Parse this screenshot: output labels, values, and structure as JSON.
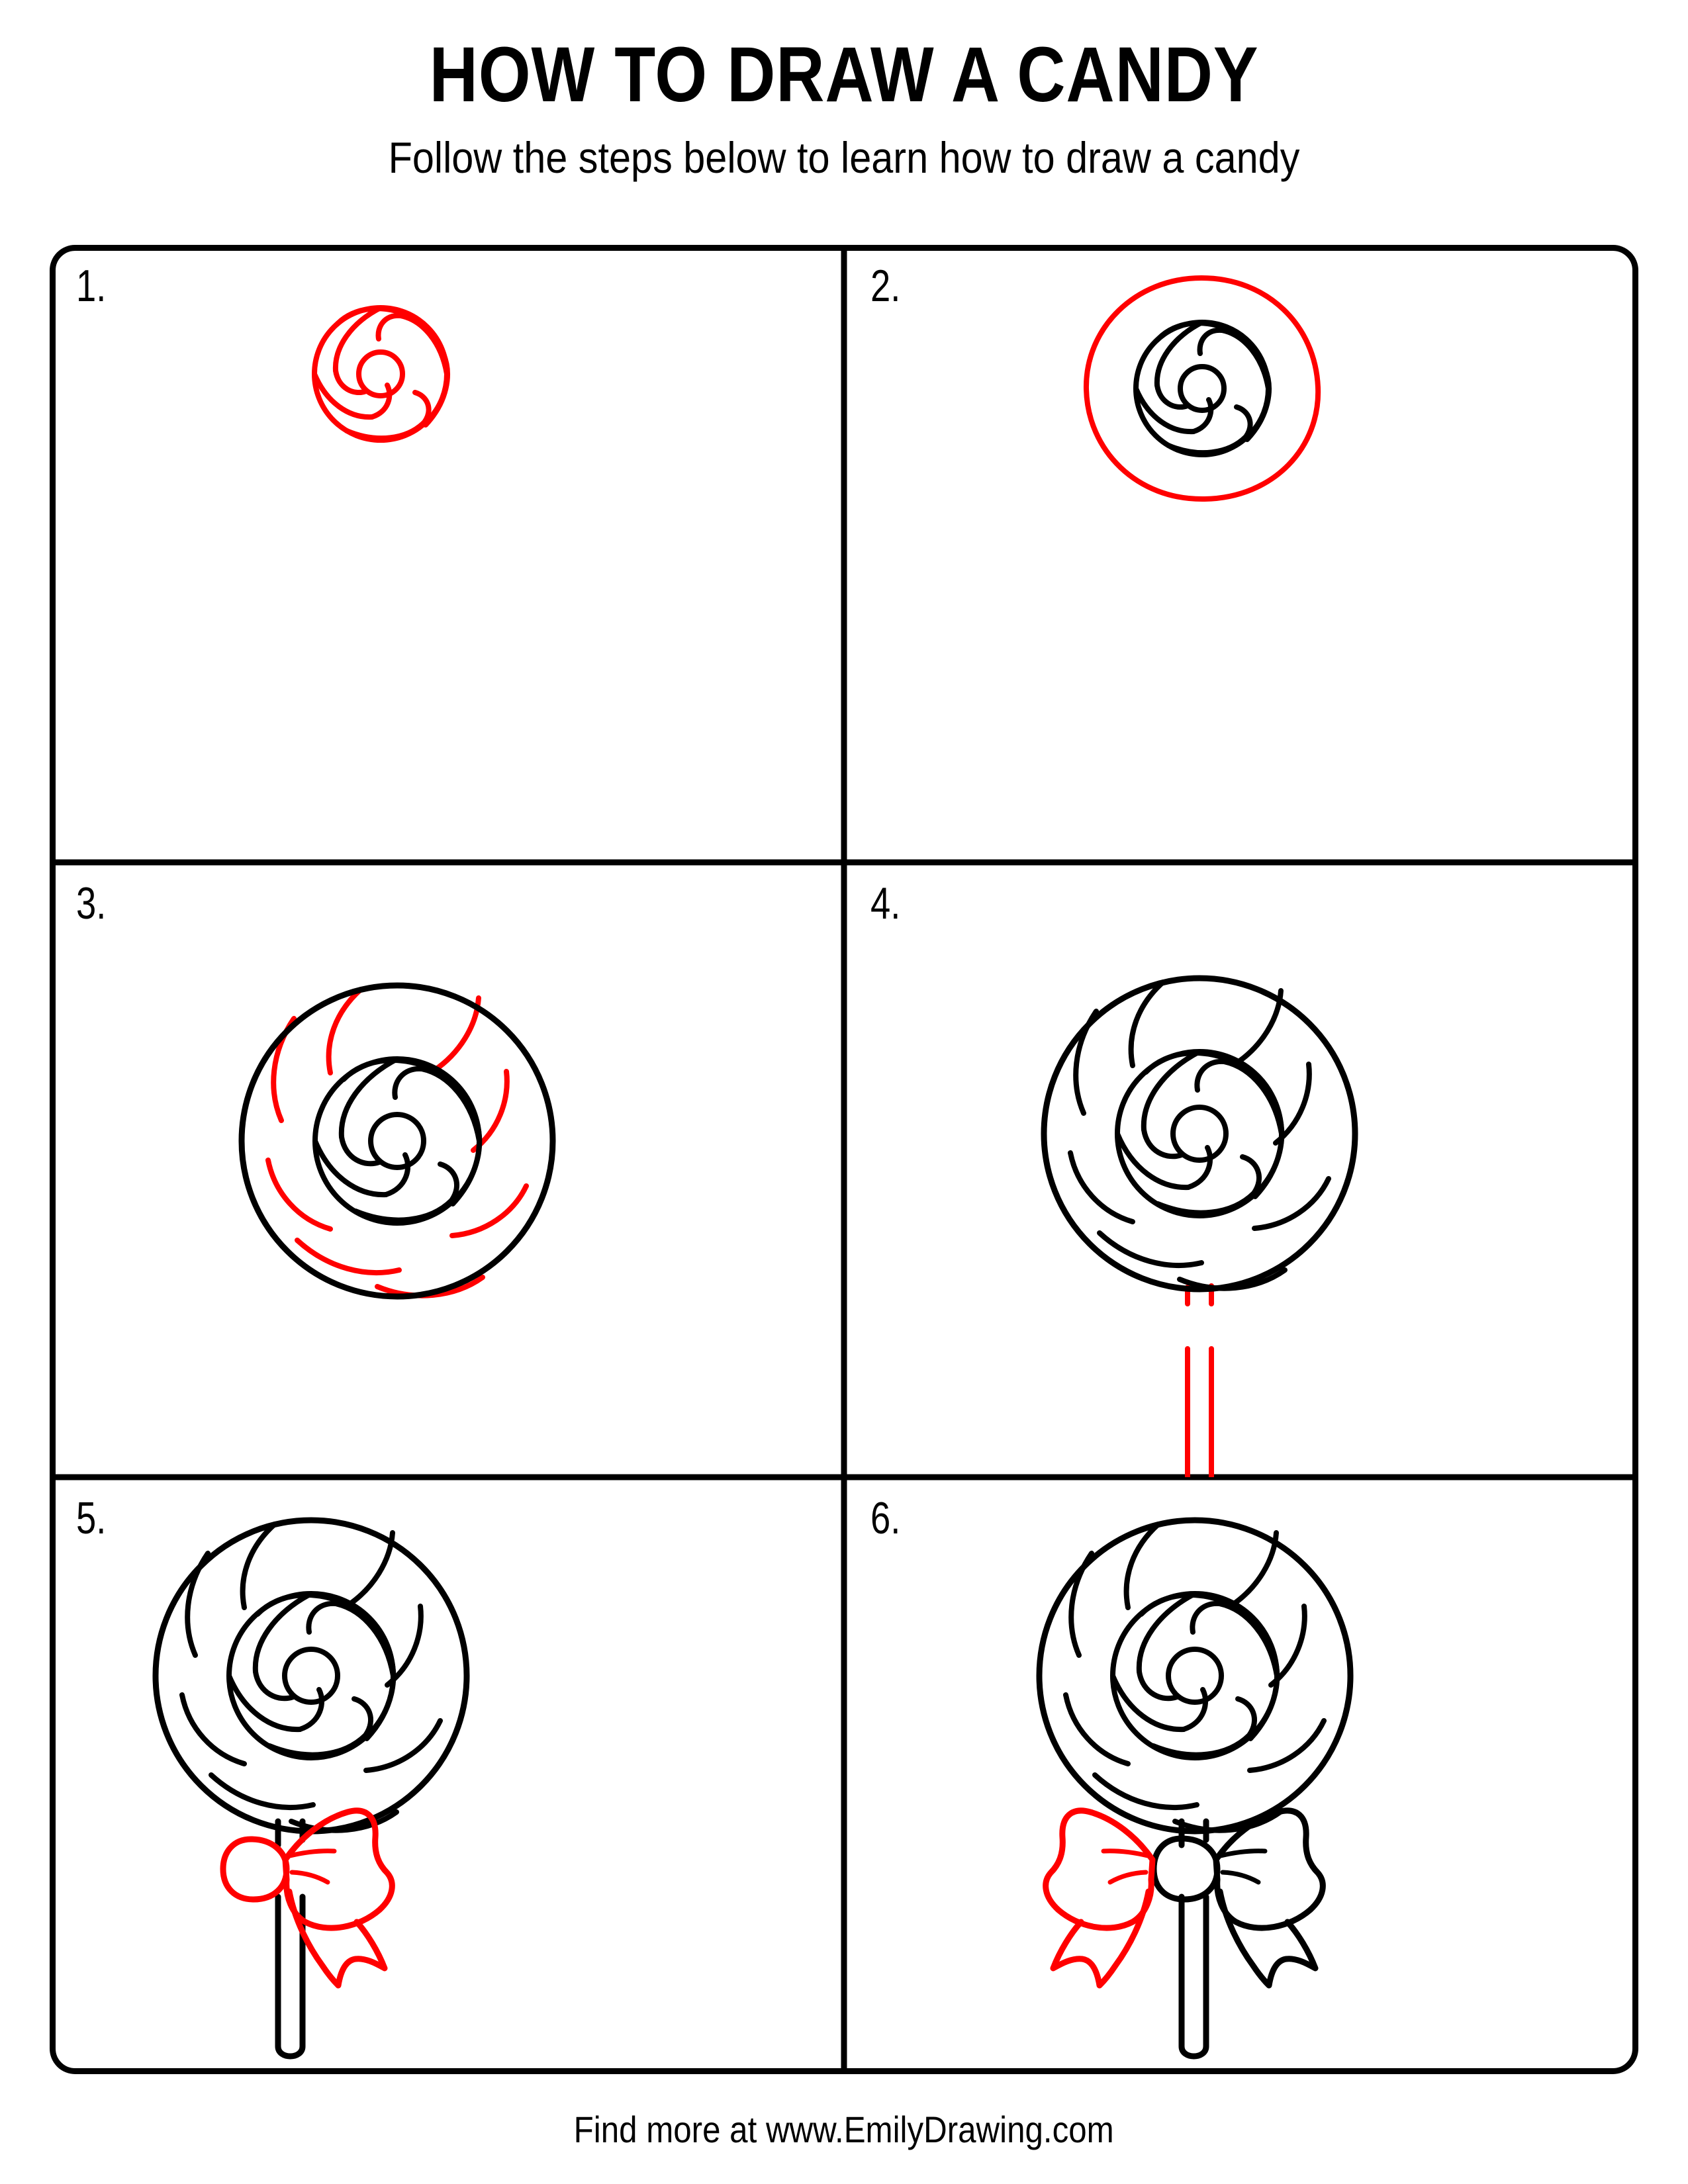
{
  "header": {
    "title": "HOW TO DRAW A CANDY",
    "subtitle": "Follow the steps below to learn how to draw a candy"
  },
  "footer": {
    "text": "Find more at www.EmilyDrawing.com"
  },
  "colors": {
    "new_stroke": "#FF0000",
    "existing_stroke": "#000000",
    "background": "#FFFFFF",
    "border": "#000000"
  },
  "tutorial": {
    "subject": "candy",
    "step_count": 6,
    "grid": {
      "columns": 2,
      "rows": 3,
      "corner_radius": 34,
      "border_width": 9
    },
    "steps": [
      {
        "number": "1.",
        "label": "draw-swirl-center",
        "description": "Draw the small spiral swirl center of the candy",
        "new_parts": [
          "inner-swirl"
        ],
        "existing_parts": []
      },
      {
        "number": "2.",
        "label": "draw-outer-circle",
        "description": "Draw a larger circle around the swirl",
        "new_parts": [
          "outer-circle"
        ],
        "existing_parts": [
          "inner-swirl"
        ]
      },
      {
        "number": "3.",
        "label": "draw-outer-swirl-arcs",
        "description": "Add the outer ring swirl arcs",
        "new_parts": [
          "outer-swirl-arcs"
        ],
        "existing_parts": [
          "inner-swirl",
          "outer-circle"
        ]
      },
      {
        "number": "4.",
        "label": "draw-stick",
        "description": "Draw the lollipop stick below the candy",
        "new_parts": [
          "stick"
        ],
        "existing_parts": [
          "inner-swirl",
          "outer-circle",
          "outer-swirl-arcs"
        ]
      },
      {
        "number": "5.",
        "label": "draw-bow-right",
        "description": "Draw the bow knot and the right loop with its tail",
        "new_parts": [
          "bow-knot",
          "bow-right-loop",
          "bow-right-tail"
        ],
        "existing_parts": [
          "candy-head",
          "stick"
        ]
      },
      {
        "number": "6.",
        "label": "draw-bow-left",
        "description": "Draw the left bow loop and tail to finish the candy",
        "new_parts": [
          "bow-left-loop",
          "bow-left-tail"
        ],
        "existing_parts": [
          "candy-head",
          "stick",
          "bow-knot",
          "bow-right-loop",
          "bow-right-tail"
        ]
      }
    ]
  }
}
